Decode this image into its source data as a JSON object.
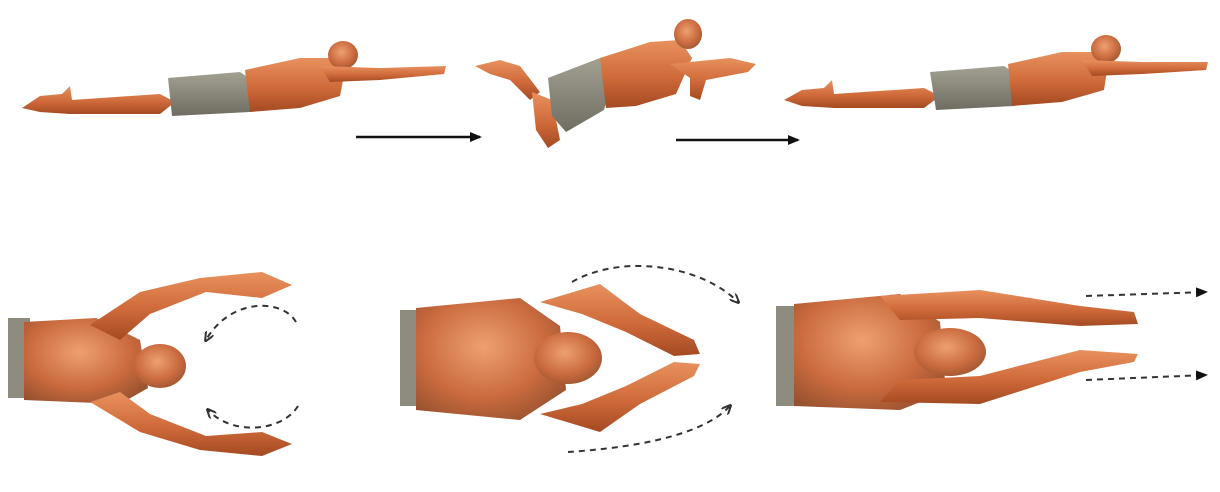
{
  "diagram": {
    "subject": "breaststroke-sequence",
    "rows": [
      {
        "view": "side",
        "phases": [
          "glide",
          "recovery-kick",
          "glide"
        ]
      },
      {
        "view": "top",
        "phases": [
          "arms-sweep-in",
          "arms-recover",
          "arms-extend-glide"
        ]
      }
    ]
  },
  "colors": {
    "skin_light": "#e8915e",
    "skin_mid": "#cf6a3a",
    "skin_dark": "#a44a22",
    "shorts": "#8e8c7e",
    "shorts_dark": "#6f6d61",
    "arrow": "#111111",
    "dashed_arrow": "#333333"
  },
  "icons": {
    "sequence_arrow": "arrow-right",
    "motion_arrow": "dashed-curved-arrow"
  }
}
